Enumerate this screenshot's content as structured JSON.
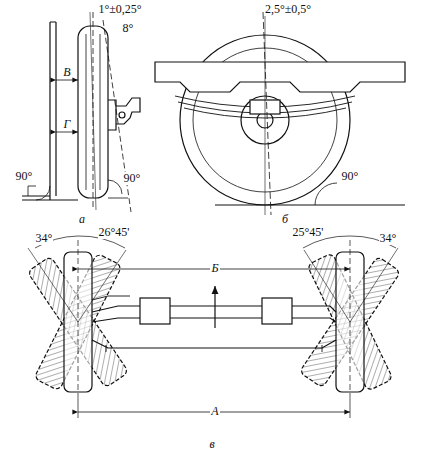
{
  "diagram": {
    "labels": [
      "1°±0,25°",
      "8°",
      "2,5°±0,5°",
      "В",
      "Г",
      "90°",
      "90°",
      "90°",
      "а",
      "б",
      "34°",
      "26°45'",
      "Б",
      "25°45'",
      "34°",
      "А",
      "в"
    ]
  }
}
